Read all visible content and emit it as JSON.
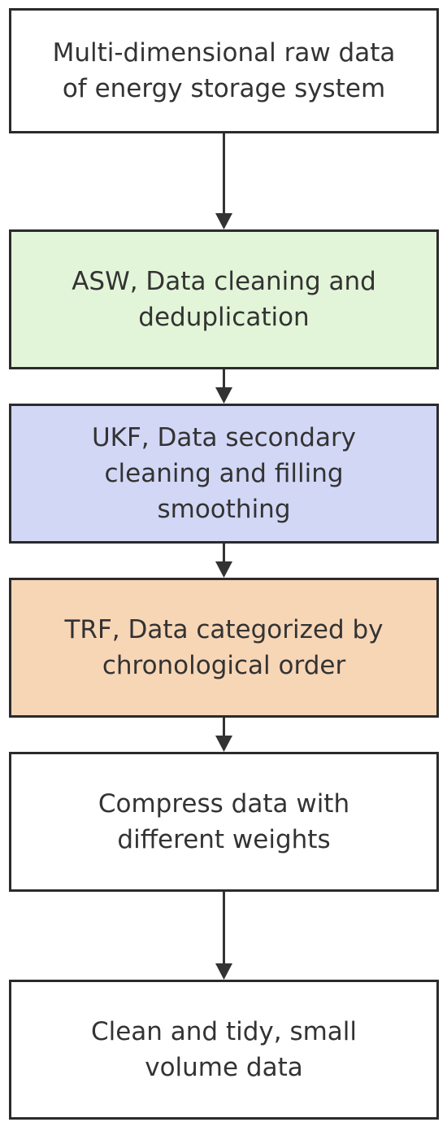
{
  "steps": [
    {
      "lines": [
        "Multi-dimensional raw data",
        "of energy storage system"
      ],
      "fill": "#ffffff"
    },
    {
      "lines": [
        "ASW, Data cleaning and",
        "deduplication"
      ],
      "fill": "#e3f5d8"
    },
    {
      "lines": [
        "UKF, Data secondary",
        "cleaning and filling",
        "smoothing"
      ],
      "fill": "#d2d7f6"
    },
    {
      "lines": [
        "TRF, Data categorized by",
        "chronological order"
      ],
      "fill": "#f7d6b6"
    },
    {
      "lines": [
        "Compress data with",
        "different weights"
      ],
      "fill": "#ffffff"
    },
    {
      "lines": [
        "Clean and tidy, small",
        "volume data"
      ],
      "fill": "#ffffff"
    }
  ]
}
